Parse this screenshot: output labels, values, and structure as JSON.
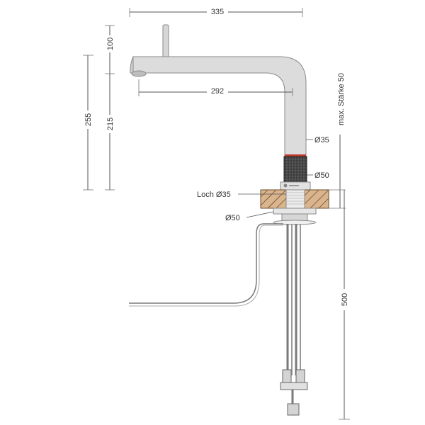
{
  "dimensions": {
    "overall_width": "335",
    "spout_reach": "292",
    "lever_height": "100",
    "overall_height": "255",
    "spout_height": "215",
    "max_thickness": "max. Stärke 50",
    "tube_diameter": "Ø35",
    "nut_diameter": "Ø50",
    "hole_diameter": "Loch Ø35",
    "flange_diameter": "Ø50",
    "hose_length": "500"
  },
  "colors": {
    "line": "#555555",
    "faucet_fill": "#dcdcdc",
    "faucet_stroke": "#8a8a8a",
    "countertop": "#d9b48c",
    "hatch": "#6d4c2f",
    "accent_ring": "#c0392b"
  }
}
